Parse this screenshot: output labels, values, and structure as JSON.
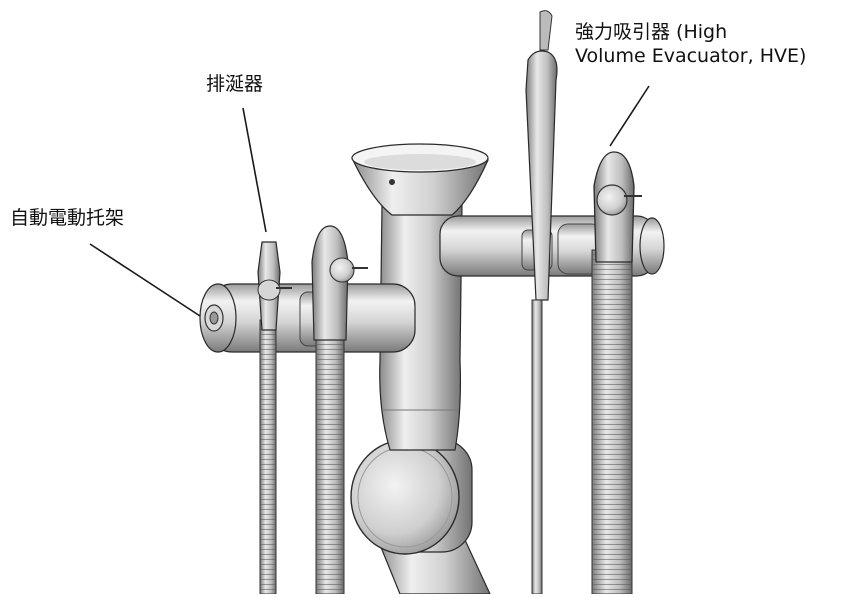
{
  "labels": {
    "saliva_ejector": "排涎器",
    "auto_holder": "自動電動托架",
    "hve_line1": "強力吸引器 (High",
    "hve_line2": "Volume Evacuator, HVE)"
  },
  "colors": {
    "background": "#ffffff",
    "text": "#111111",
    "leader_line": "#1a1a1a",
    "metal_light": "#ededed",
    "metal_mid": "#b8b8b8",
    "metal_dark": "#6e6e6e",
    "outline": "#2a2a2a"
  }
}
